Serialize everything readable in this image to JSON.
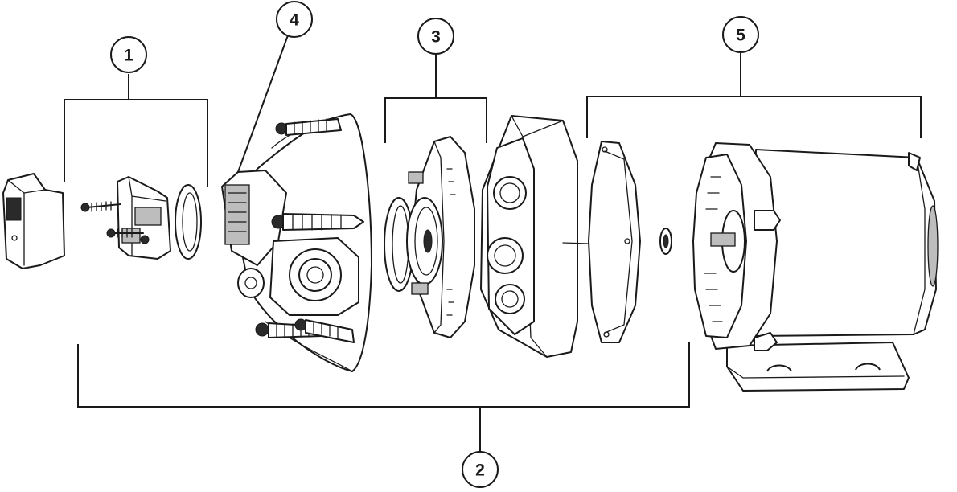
{
  "diagram": {
    "type": "exploded-parts-view",
    "callouts": [
      {
        "id": "1",
        "label": "1"
      },
      {
        "id": "2",
        "label": "2"
      },
      {
        "id": "3",
        "label": "3"
      },
      {
        "id": "4",
        "label": "4"
      },
      {
        "id": "5",
        "label": "5"
      }
    ],
    "line_color": "#1a1a1a",
    "background": "#ffffff"
  }
}
